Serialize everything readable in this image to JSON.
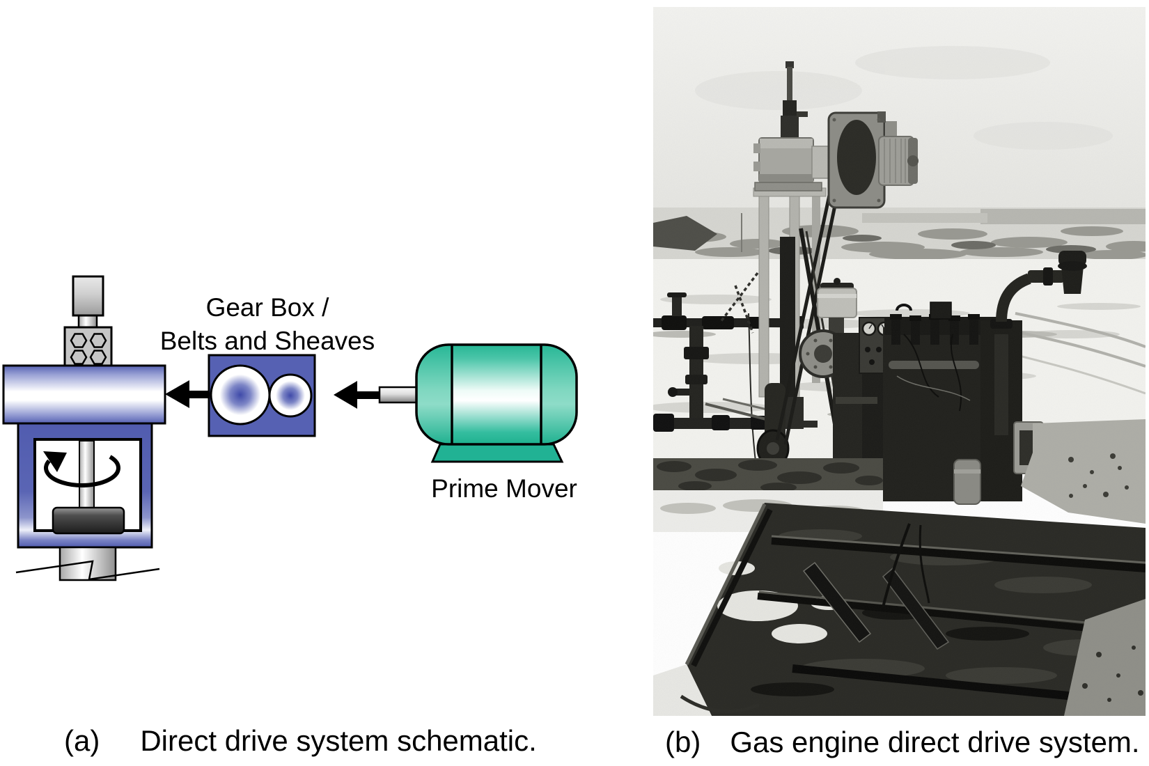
{
  "figure": {
    "panel_a": {
      "gearbox_label_line1": "Gear Box /",
      "gearbox_label_line2": "Belts and Sheaves",
      "prime_mover_label": "Prime Mover",
      "caption_marker": "(a)",
      "caption": "Direct drive system schematic."
    },
    "panel_b": {
      "caption_marker": "(b)",
      "caption": "Gas engine direct drive system."
    },
    "colors": {
      "schematic_blue": "#5661b3",
      "motor_teal": "#2cbc9e",
      "motor_base_teal": "#21b294",
      "arrow_black": "#000000",
      "background": "#ffffff"
    }
  }
}
